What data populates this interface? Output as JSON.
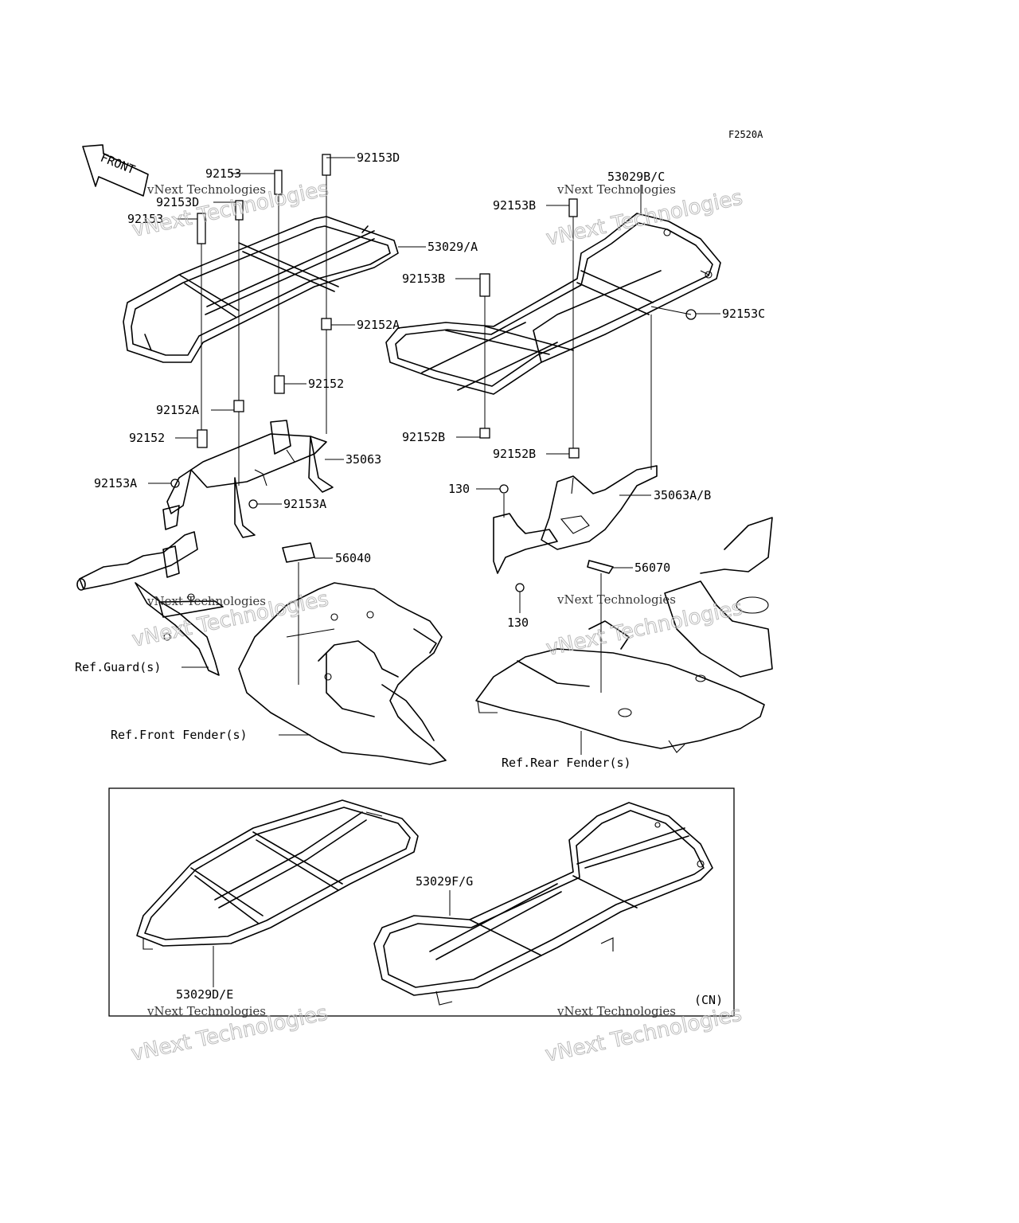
{
  "figure_code": "F2520A",
  "front_label": "FRONT",
  "parts": {
    "p92153D_top": "92153D",
    "p92153_a": "92153",
    "p92153D_b": "92153D",
    "p92153_c": "92153",
    "p53029A": "53029/A",
    "p92152A_a": "92152A",
    "p92152_a": "92152",
    "p92152A_b": "92152A",
    "p92152_b": "92152",
    "p35063": "35063",
    "p92153A_a": "92153A",
    "p92153A_b": "92153A",
    "p56040": "56040",
    "p53029BC": "53029B/C",
    "p92153B_a": "92153B",
    "p92153B_b": "92153B",
    "p92153C": "92153C",
    "p92152B_a": "92152B",
    "p92152B_b": "92152B",
    "p130_a": "130",
    "p130_b": "130",
    "p35063AB": "35063A/B",
    "p56070": "56070",
    "p53029FG": "53029F/G",
    "p53029DE": "53029D/E",
    "region_cn": "(CN)"
  },
  "refs": {
    "guard": "Ref.Guard(s)",
    "front_fender": "Ref.Front Fender(s)",
    "rear_fender": "Ref.Rear Fender(s)"
  },
  "watermark": {
    "line1": "vNext Technologies",
    "line2": "vNext Technologies"
  }
}
